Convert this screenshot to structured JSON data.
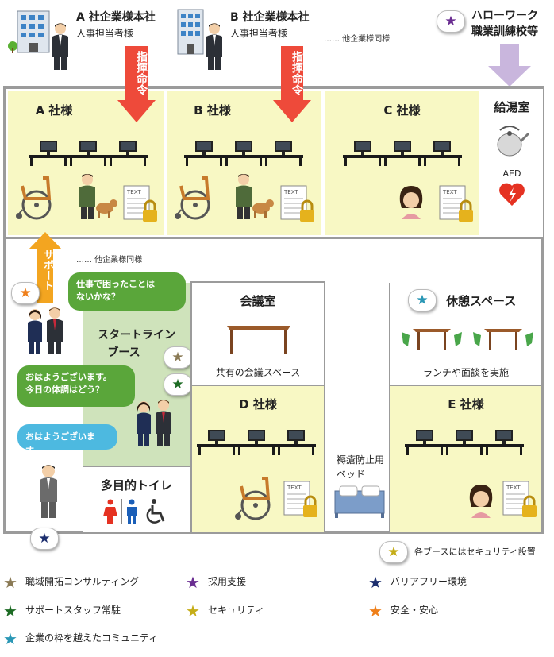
{
  "header": {
    "company_a": {
      "name": "A 社企業様本社",
      "contact": "人事担当者様"
    },
    "company_b": {
      "name": "B 社企業様本社",
      "contact": "人事担当者様"
    },
    "others_note": "…… 他企業様同様",
    "hellowork": {
      "line1": "ハローワーク",
      "line2": "職業訓練校等"
    },
    "command_a": "指揮命令",
    "command_b": "指揮命令"
  },
  "rooms": {
    "a": "A 社様",
    "b": "B 社様",
    "c": "C 社様",
    "kitchen": "給湯室",
    "aed": "AED",
    "meeting": {
      "title": "会議室",
      "caption": "共有の会議スペース"
    },
    "lounge": {
      "title": "休憩スペース",
      "caption": "ランチや面談を実施"
    },
    "d": "D 社様",
    "e": "E 社様",
    "bed": {
      "line1": "褥瘡防止用",
      "line2": "ベッド"
    },
    "toilet": "多目的トイレ",
    "startline": {
      "line1": "スタートライン",
      "line2": "ブース"
    }
  },
  "support": {
    "arrow_label": "サポート",
    "note": "…… 他企業様同様"
  },
  "bubbles": {
    "q1_line1": "仕事で困ったことは",
    "q1_line2": "ないかな？",
    "q2_line1": "おはようございます。",
    "q2_line2": "今日の体調はどう？",
    "q3": "おはようございます。"
  },
  "doc_label": "TEXT",
  "security_note": "各ブースにはセキュリティ設置",
  "legend": [
    {
      "label": "職域開拓コンサルティング",
      "color": "#8a7a55"
    },
    {
      "label": "採用支援",
      "color": "#6a2d91"
    },
    {
      "label": "バリアフリー環境",
      "color": "#1c2e6e"
    },
    {
      "label": "サポートスタッフ常駐",
      "color": "#1d6b24"
    },
    {
      "label": "セキュリティ",
      "color": "#c5ad18"
    },
    {
      "label": "安全・安心",
      "color": "#ef7f1a"
    },
    {
      "label": "企業の枠を越えたコミュニティ",
      "color": "#2a97b5"
    }
  ],
  "colors": {
    "room_fill": "#f8f8c4",
    "booth_fill": "#cfe3bb",
    "red_arrow": "#ee4a3a",
    "orange_arrow": "#f3a520",
    "purple_arrow": "#c9b6dd",
    "wall": "#9b9b9b"
  },
  "icons": [
    "building-icon",
    "businessman-icon",
    "star-icon",
    "wheelchair-icon",
    "guide-dog-icon",
    "document-lock-icon",
    "desk-computer-icon",
    "kettle-icon",
    "aed-heart-icon",
    "meeting-table-icon",
    "lounge-table-icon",
    "bed-icon",
    "restroom-icon",
    "accessible-icon"
  ]
}
